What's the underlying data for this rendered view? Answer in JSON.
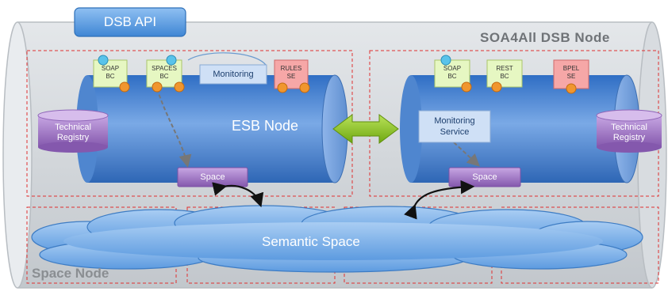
{
  "api_button": {
    "label": "DSB API"
  },
  "dsb_node": {
    "title": "SOA4All DSB Node"
  },
  "esb_node": {
    "label": "ESB Node"
  },
  "space_node": {
    "label": "Space Node"
  },
  "semantic_space": {
    "label": "Semantic Space"
  },
  "left_node": {
    "components": [
      {
        "line1": "SOAP",
        "line2": "BC"
      },
      {
        "line1": "SPACES",
        "line2": "BC"
      }
    ],
    "monitoring": "Monitoring",
    "rules": {
      "line1": "RULES",
      "line2": "SE"
    },
    "registry": {
      "line1": "Technical",
      "line2": "Registry"
    },
    "space": "Space"
  },
  "right_node": {
    "components": [
      {
        "line1": "SOAP",
        "line2": "BC"
      },
      {
        "line1": "REST",
        "line2": "BC"
      }
    ],
    "bpel": {
      "line1": "BPEL",
      "line2": "SE"
    },
    "monitoring_service": {
      "line1": "Monitoring",
      "line2": "Service"
    },
    "registry": {
      "line1": "Technical",
      "line2": "Registry"
    },
    "space": "Space"
  },
  "colors": {
    "outer_cylinder": "#c9cdd2",
    "esb_cylinder": "#5b8fd6",
    "cloud": "#7fb2e8",
    "dashed": "#e03030",
    "component_green": "#e6f7c2",
    "rules_red": "#f6a7a7",
    "registry_purple": "#9a6cc0",
    "connector_orange": "#f0962e",
    "connector_blue": "#59c3ea",
    "arrow_green": "#8cc41e"
  }
}
